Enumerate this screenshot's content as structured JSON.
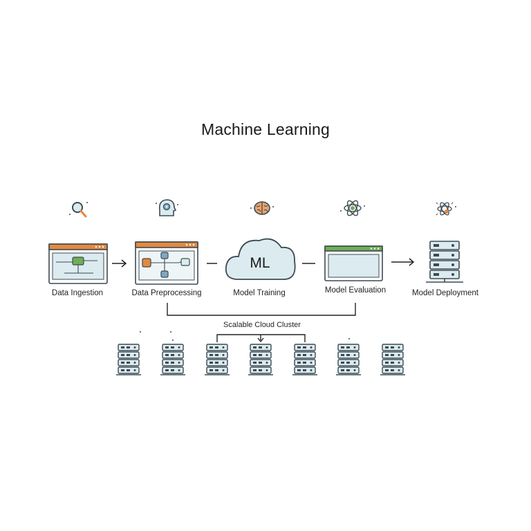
{
  "title": "Machine Learning",
  "stages": [
    {
      "label": "Data Ingestion",
      "top_icon": "magnifier-icon",
      "visual": "browser-window-with-flowchart",
      "accent": "#e3893f"
    },
    {
      "label": "Data Preprocessing",
      "top_icon": "head-gear-icon",
      "visual": "browser-window-with-node-diagram",
      "accent": "#e3893f"
    },
    {
      "label": "Model Training",
      "top_icon": "brain-icon",
      "visual": "cloud",
      "cloud_text": "ML"
    },
    {
      "label": "Model Evaluation",
      "top_icon": "atom-icon",
      "visual": "browser-window-blank",
      "accent": "#6fae55"
    },
    {
      "label": "Model Deployment",
      "top_icon": "atom-spark-icon",
      "visual": "server-rack"
    }
  ],
  "cluster": {
    "label": "Scalable Cloud Cluster",
    "server_count": 7
  },
  "colors": {
    "outline": "#3c4a52",
    "panel": "#dcebf0",
    "orange": "#e3893f",
    "green": "#6fae55",
    "blue": "#7fa8c4"
  }
}
